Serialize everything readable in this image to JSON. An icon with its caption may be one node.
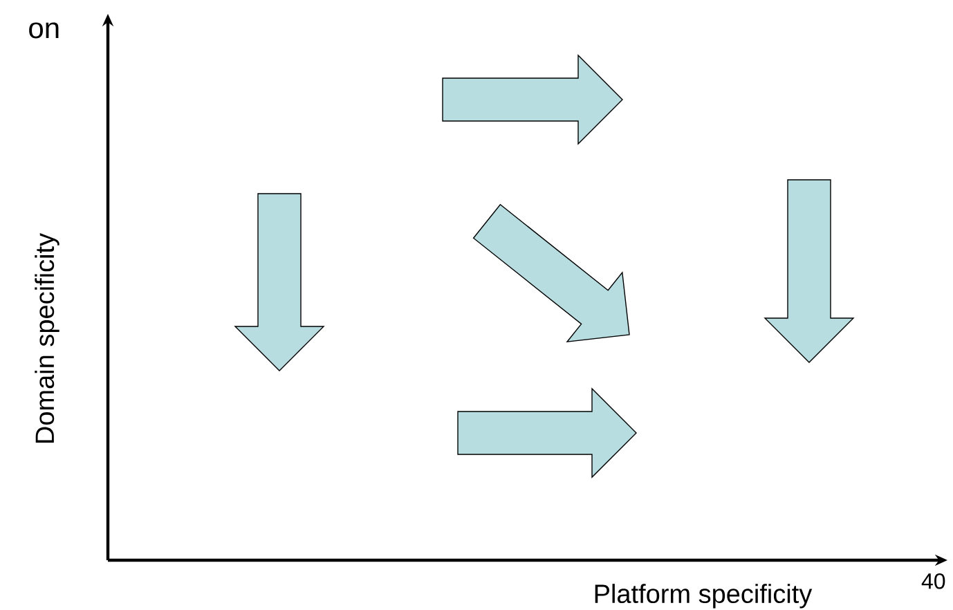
{
  "diagram": {
    "labels": [
      "on",
      "Domain specificity",
      "Platform specificity",
      "40"
    ]
  }
}
